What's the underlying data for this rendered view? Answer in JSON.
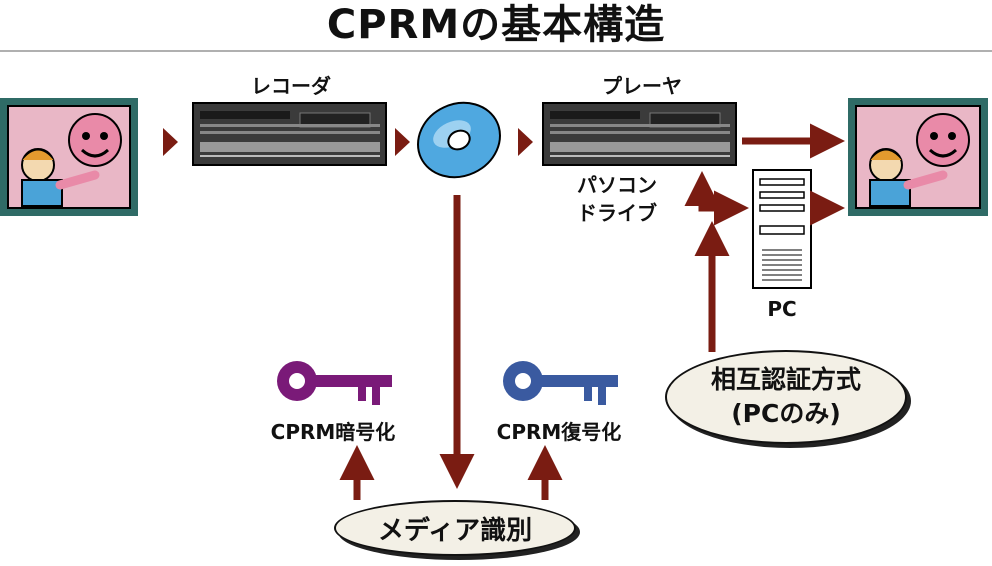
{
  "title": "CPRMの基本構造",
  "labels": {
    "recorder": "レコーダ",
    "player": "プレーヤ",
    "pc_drive_line1": "パソコン",
    "pc_drive_line2": "ドライブ",
    "pc": "PC",
    "cprm_encrypt": "CPRM暗号化",
    "cprm_decrypt": "CPRM復号化"
  },
  "ovals": {
    "media_id": "メディア識別",
    "mutual_auth_line1": "相互認証方式",
    "mutual_auth_line2": "(PCのみ)"
  },
  "colors": {
    "arrow": "#7a1c12",
    "key_encrypt": "#7a1a78",
    "key_decrypt": "#3a5aa0",
    "tv_frame": "#2f6b66",
    "disc": "#4fa8e0"
  },
  "icons": [
    "tv-icon",
    "recorder-icon",
    "disc-icon",
    "player-icon",
    "pc-tower-icon",
    "key-icon"
  ]
}
